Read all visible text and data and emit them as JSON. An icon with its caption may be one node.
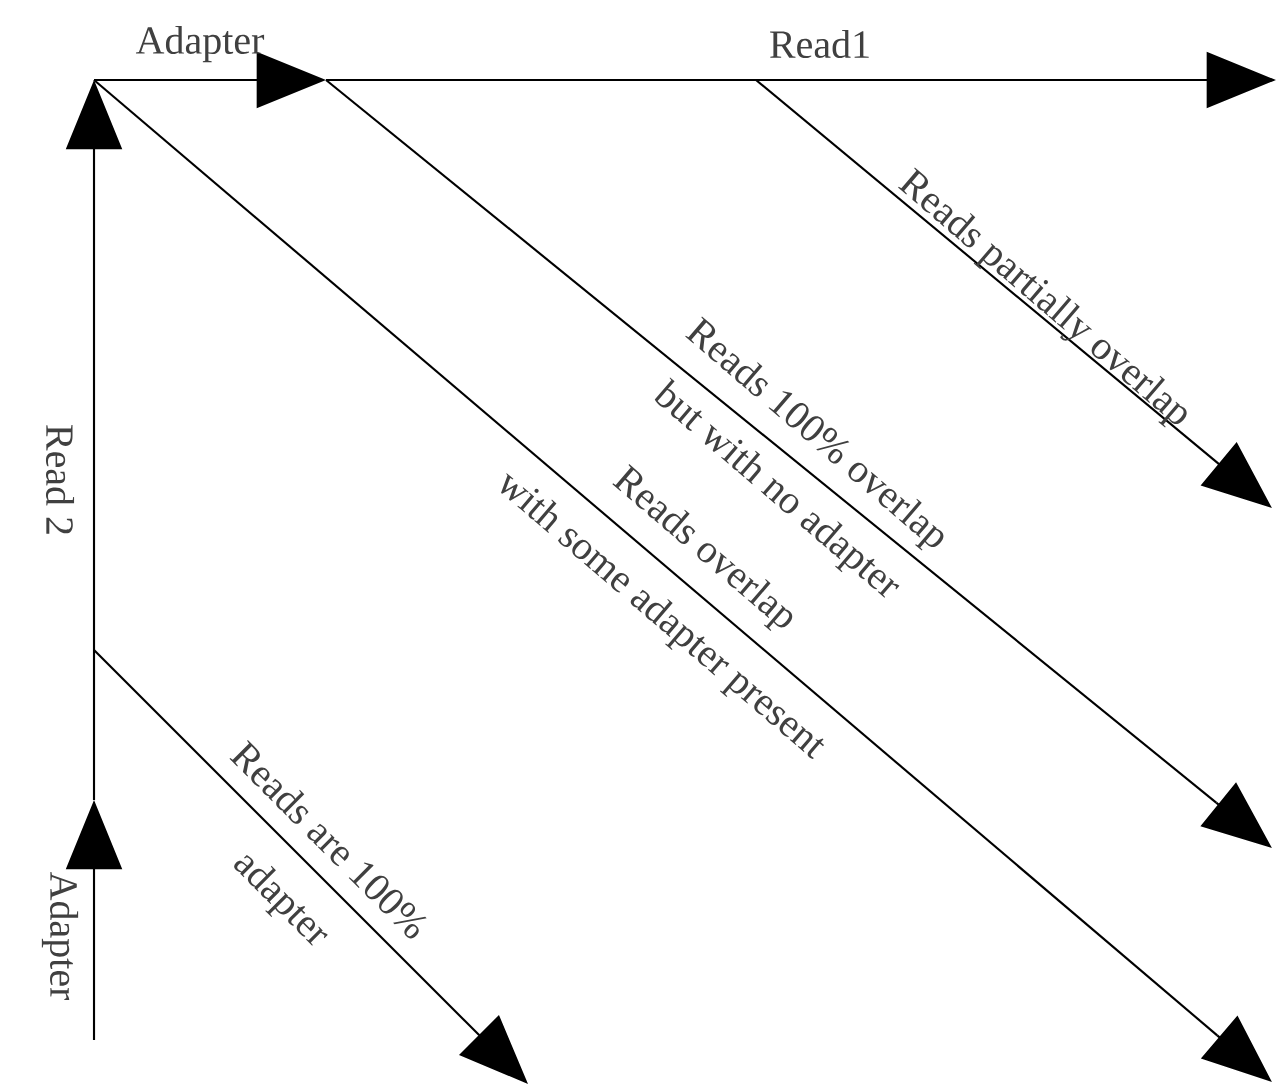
{
  "diagram": {
    "labels": [
      "Adapter",
      "Read1",
      "Reads partially overlap",
      "Read 2",
      "Reads 100% overlap",
      "but with no adapter",
      "Reads overlap",
      "with some adapter present",
      "Reads are 100%",
      "adapter",
      "Adapter"
    ]
  }
}
